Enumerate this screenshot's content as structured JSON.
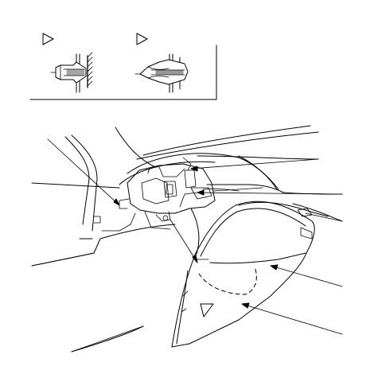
{
  "diagram": {
    "kind": "technical-illustration",
    "subject": "door-panel-removal",
    "inset": {
      "left_marker_icon": "triangle-outline-icon",
      "right_marker_icon": "triangle-outline-icon",
      "left_detail": "clip-installed",
      "right_detail": "clip-released"
    },
    "main": {
      "callout_count": 9,
      "panel_marker_icon": "triangle-outline-icon",
      "hidden_clip_outline": "dashed"
    },
    "colors": {
      "line": "#000000",
      "background": "#ffffff"
    }
  }
}
